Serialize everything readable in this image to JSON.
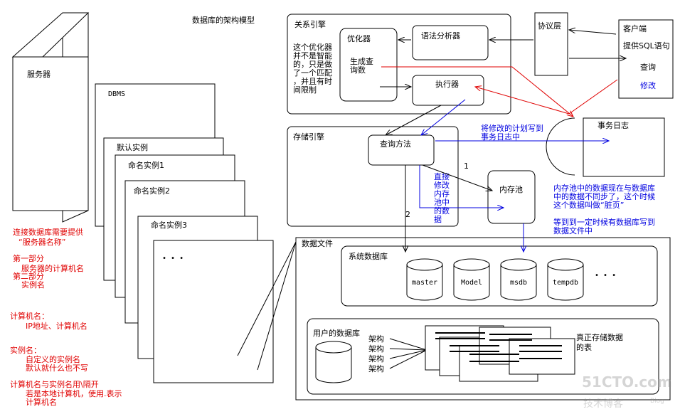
{
  "title": "数据库的架构模型",
  "server_stack": {
    "server": "服务器",
    "dbms": "DBMS",
    "default_instance": "默认实例",
    "named1": "命名实例1",
    "named2": "命名实例2",
    "named3": "命名实例3",
    "dots": "• • •"
  },
  "left_notes": {
    "n1": "连接数据库需要提供",
    "n2": "“服务器名称”",
    "n3": "第一部分",
    "n4": "服务器的计算机名",
    "n5": "第二部分",
    "n6": "实例名",
    "n7": "计算机名：",
    "n8": "IP地址、计算机名",
    "n9": "实例名：",
    "n10": "自定义的实例名",
    "n11": "默认就什么也不写",
    "n12": "计算机名与实例名用\\隔开",
    "n13": "若是本地计算机，使用.表示",
    "n14": "计算机名"
  },
  "relation_engine": {
    "label": "关系引擎",
    "optimizer": "优化器",
    "gen1": "生成查",
    "gen2": "询数",
    "parser": "语法分析器",
    "executor": "执行器",
    "note1": "这个优化器",
    "note2": "并不是智能",
    "note3": "的，只是做",
    "note4": "了一个匹配",
    "note5": "，并且有时",
    "note6": "间限制"
  },
  "protocol": "协议层",
  "client": {
    "label": "客户端",
    "sql": "提供SQL语句",
    "query": "查询",
    "modify": "修改"
  },
  "transaction_log": "事务日志",
  "storage_engine": {
    "label": "存储引擎",
    "access": "查询方法",
    "buffer": "内存池",
    "direct1": "直接",
    "direct2": "修改",
    "direct3": "内存",
    "direct4": "池中",
    "direct5": "的数",
    "direct6": "据",
    "num1": "1",
    "num2": "2"
  },
  "blue_note": {
    "l1": "将修改的计划写到",
    "l2": "事务日志中"
  },
  "dirty_note": {
    "l1": "内存池中的数据现在与数据库",
    "l2": "中的数据不同步了，这个时候",
    "l3": "这个数据叫做“脏页”",
    "l4": "等到到一定时候有数据库写到",
    "l5": "数据文件中"
  },
  "data_files": {
    "label": "数据文件",
    "system_label": "系统数据库",
    "dbs": [
      "master",
      "Model",
      "msdb",
      "tempdb"
    ],
    "dots": "• • •",
    "user_label": "用户的数据库",
    "schemas": [
      "架构",
      "架构",
      "架构",
      "架构"
    ],
    "tables1": "真正存储数据",
    "tables2": "的表"
  },
  "watermark": {
    "l1": "51CTO.com",
    "l2": "技术博客",
    "l3": "Blog"
  },
  "colors": {
    "red": "#e00000",
    "blue": "#0000e0"
  }
}
